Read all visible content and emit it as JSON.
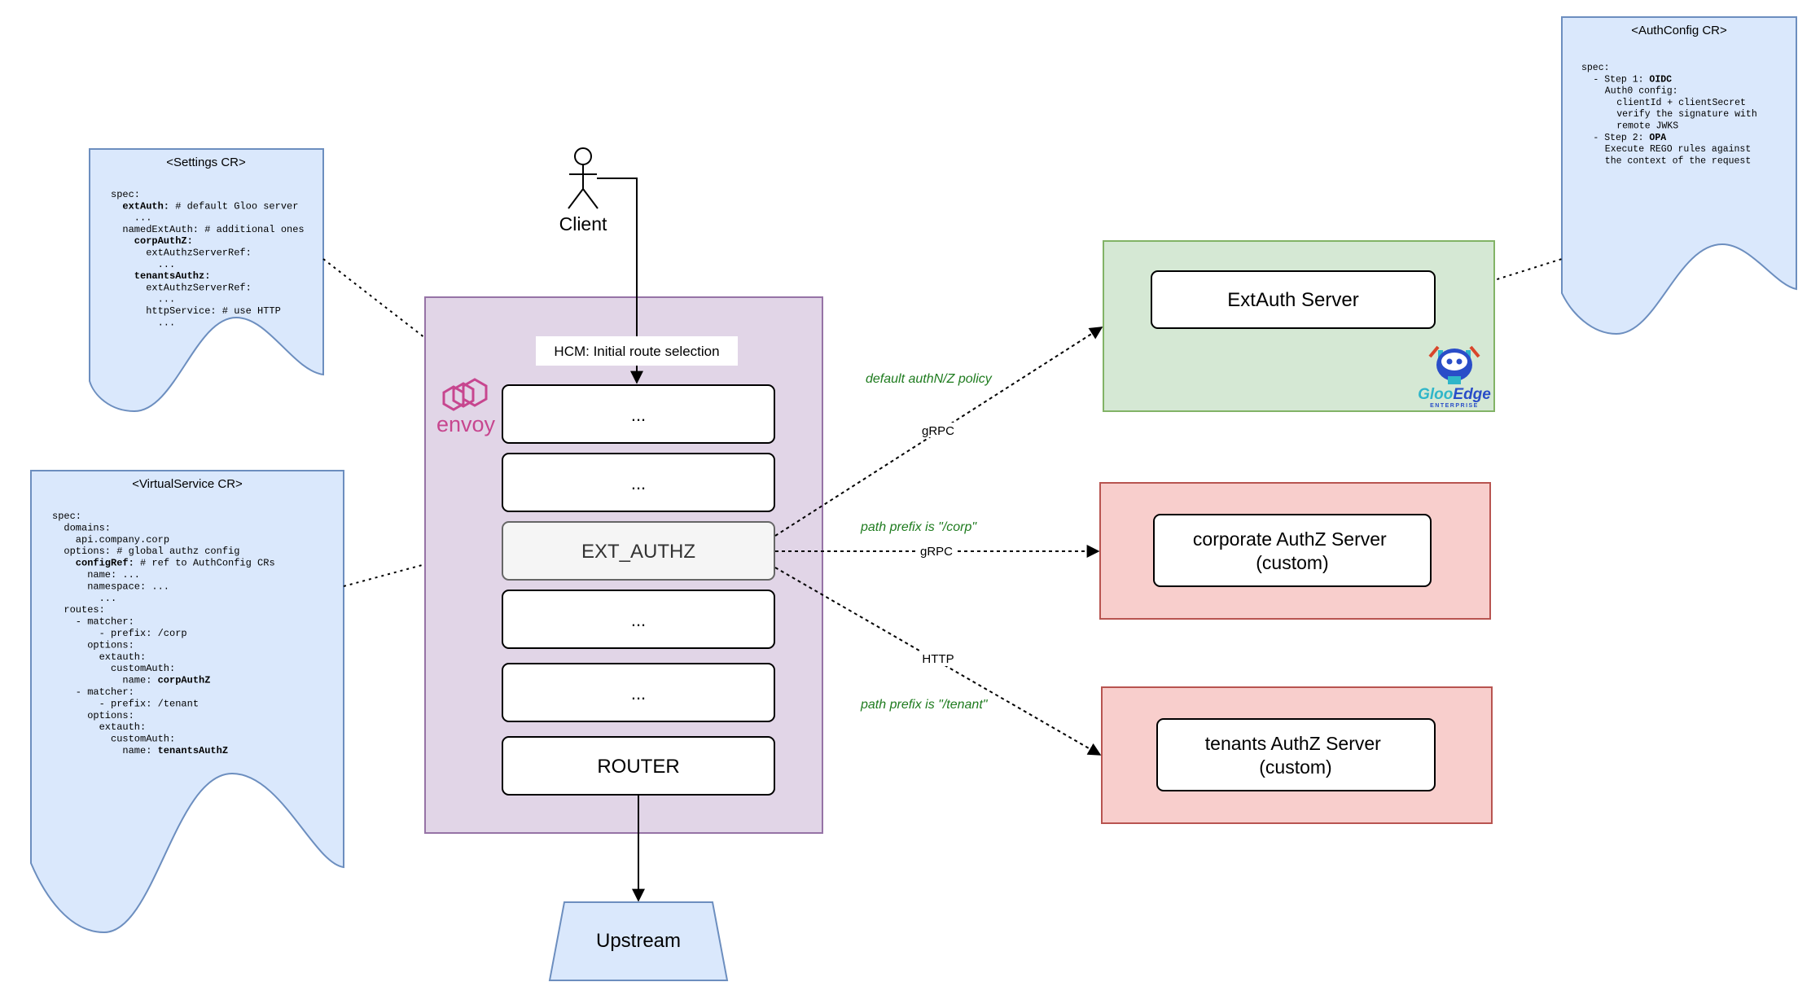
{
  "colors": {
    "envoy_fill": "#e1d5e7",
    "envoy_stroke": "#9673a6",
    "envoy_logo": "#c7468f",
    "doc_fill": "#dae8fc",
    "doc_stroke": "#6c8ebf",
    "green_fill": "#d5e8d4",
    "green_stroke": "#82b366",
    "red_fill": "#f8cecc",
    "red_stroke": "#b85450",
    "policy_label": "#1e7b1e",
    "gloo_blue": "#2a4dc8",
    "gloo_teal": "#2fb6c9"
  },
  "client": {
    "label": "Client"
  },
  "envoy": {
    "logo_text": "envoy",
    "hcm_label": "HCM: Initial route selection",
    "filters": [
      "...",
      "...",
      "EXT_AUTHZ",
      "...",
      "...",
      "ROUTER"
    ]
  },
  "upstream": {
    "label": "Upstream"
  },
  "servers": {
    "extauth": {
      "label": "ExtAuth Server"
    },
    "corporate": {
      "line1": "corporate AuthZ Server",
      "line2": "(custom)"
    },
    "tenants": {
      "line1": "tenants AuthZ Server",
      "line2": "(custom)"
    }
  },
  "gloo_logo": {
    "brand": "Gloo",
    "edge": "Edge",
    "tagline": "ENTERPRISE"
  },
  "edges": {
    "default_policy": "default authN/Z policy",
    "grpc_1": "gRPC",
    "corp_policy": "path prefix is \"/corp\"",
    "grpc_2": "gRPC",
    "http": "HTTP",
    "tenant_policy": "path prefix is \"/tenant\""
  },
  "settings_cr": {
    "title": "<Settings CR>",
    "lines": [
      {
        "indent": 0,
        "key": "spec:",
        "rest": "",
        "bold": false
      },
      {
        "indent": 1,
        "key": "extAuth:",
        "rest": " # default Gloo server",
        "bold": true
      },
      {
        "indent": 2,
        "key": "...",
        "rest": "",
        "bold": false
      },
      {
        "indent": 1,
        "key": "namedExtAuth:",
        "rest": " # additional ones",
        "bold": false
      },
      {
        "indent": 2,
        "key": "corpAuthZ:",
        "rest": "",
        "bold": true
      },
      {
        "indent": 3,
        "key": "extAuthzServerRef:",
        "rest": "",
        "bold": false
      },
      {
        "indent": 4,
        "key": "...",
        "rest": "",
        "bold": false
      },
      {
        "indent": 2,
        "key": "tenantsAuthz:",
        "rest": "",
        "bold": true
      },
      {
        "indent": 3,
        "key": "extAuthzServerRef:",
        "rest": "",
        "bold": false
      },
      {
        "indent": 4,
        "key": "...",
        "rest": "",
        "bold": false
      },
      {
        "indent": 3,
        "key": "httpService:",
        "rest": " # use HTTP",
        "bold": false
      },
      {
        "indent": 4,
        "key": "...",
        "rest": "",
        "bold": false
      }
    ]
  },
  "virtualservice_cr": {
    "title": "<VirtualService CR>",
    "lines": [
      {
        "indent": 0,
        "key": "spec:",
        "rest": "",
        "bold": false
      },
      {
        "indent": 1,
        "key": "domains:",
        "rest": "",
        "bold": false
      },
      {
        "indent": 2,
        "key": "api.company.corp",
        "rest": "",
        "bold": false
      },
      {
        "indent": 1,
        "key": "options:",
        "rest": " # global authz config",
        "bold": false
      },
      {
        "indent": 2,
        "key": "configRef:",
        "rest": " # ref to AuthConfig CRs",
        "bold": true
      },
      {
        "indent": 3,
        "key": "name:",
        "rest": " ...",
        "bold": false
      },
      {
        "indent": 3,
        "key": "namespace:",
        "rest": " ...",
        "bold": false
      },
      {
        "indent": 4,
        "key": "...",
        "rest": "",
        "bold": false
      },
      {
        "indent": 1,
        "key": "routes:",
        "rest": "",
        "bold": false
      },
      {
        "indent": 2,
        "key": "- matcher:",
        "rest": "",
        "bold": false
      },
      {
        "indent": 4,
        "key": "- prefix:",
        "rest": " /corp",
        "bold": false
      },
      {
        "indent": 3,
        "key": "options:",
        "rest": "",
        "bold": false
      },
      {
        "indent": 4,
        "key": "extauth:",
        "rest": "",
        "bold": false
      },
      {
        "indent": 5,
        "key": "customAuth:",
        "rest": "",
        "bold": false
      },
      {
        "indent": 6,
        "key": "name:",
        "rest": "",
        "bold": false,
        "tail": "corpAuthZ"
      },
      {
        "indent": 2,
        "key": "- matcher:",
        "rest": "",
        "bold": false
      },
      {
        "indent": 4,
        "key": "- prefix:",
        "rest": " /tenant",
        "bold": false
      },
      {
        "indent": 3,
        "key": "options:",
        "rest": "",
        "bold": false
      },
      {
        "indent": 4,
        "key": "extauth:",
        "rest": "",
        "bold": false
      },
      {
        "indent": 5,
        "key": "customAuth:",
        "rest": "",
        "bold": false
      },
      {
        "indent": 6,
        "key": "name:",
        "rest": "",
        "bold": false,
        "tail": "tenantsAuthZ"
      }
    ]
  },
  "authconfig_cr": {
    "title": "<AuthConfig CR>",
    "lines": [
      {
        "indent": 0,
        "key": "spec:",
        "rest": "",
        "bold": false
      },
      {
        "indent": 1,
        "key": "- Step 1:",
        "rest": "",
        "bold": false,
        "tail": "OIDC"
      },
      {
        "indent": 2,
        "key": "Auth0 config:",
        "rest": "",
        "bold": false
      },
      {
        "indent": 3,
        "key": "clientId + clientSecret",
        "rest": "",
        "bold": false
      },
      {
        "indent": 3,
        "key": "verify the signature with",
        "rest": "",
        "bold": false
      },
      {
        "indent": 3,
        "key": "remote JWKS",
        "rest": "",
        "bold": false
      },
      {
        "indent": 1,
        "key": "- Step 2:",
        "rest": "",
        "bold": false,
        "tail": "OPA"
      },
      {
        "indent": 2,
        "key": "Execute REGO rules against",
        "rest": "",
        "bold": false
      },
      {
        "indent": 2,
        "key": "the context of the request",
        "rest": "",
        "bold": false
      }
    ]
  }
}
